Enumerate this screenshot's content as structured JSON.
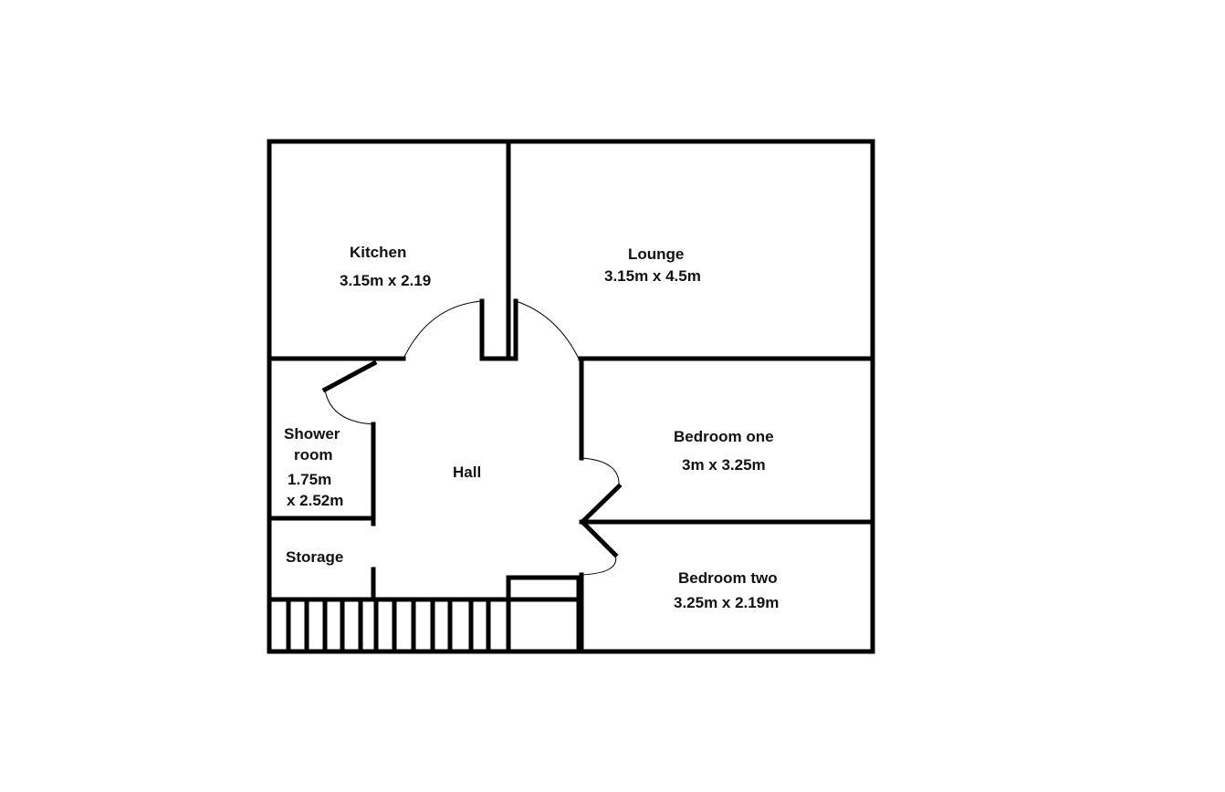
{
  "floorplan": {
    "rooms": [
      {
        "name": "Kitchen",
        "dimensions": "3.15m x 2.19"
      },
      {
        "name": "Lounge",
        "dimensions": "3.15m x 4.5m"
      },
      {
        "name": "Shower",
        "name_line2": "room",
        "dimensions": "1.75m",
        "dimensions_line2": "x 2.52m"
      },
      {
        "name": "Hall"
      },
      {
        "name": "Bedroom one",
        "dimensions": "3m x 3.25m"
      },
      {
        "name": "Storage"
      },
      {
        "name": "Bedroom two",
        "dimensions": "3.25m x 2.19m"
      }
    ],
    "colors": {
      "wall": "#000000",
      "background": "#ffffff"
    }
  }
}
